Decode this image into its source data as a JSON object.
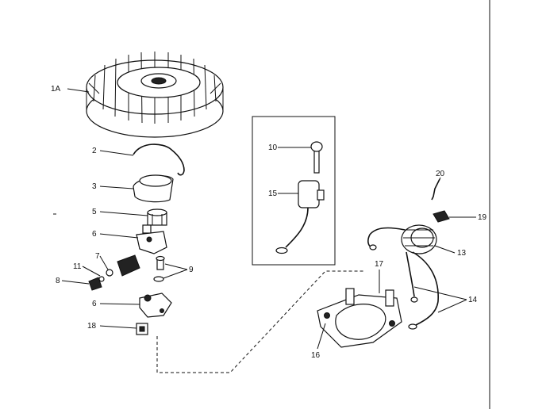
{
  "callouts": [
    {
      "id": "1a",
      "label": "1A"
    },
    {
      "id": "2",
      "label": "2"
    },
    {
      "id": "3",
      "label": "3"
    },
    {
      "id": "5",
      "label": "5"
    },
    {
      "id": "6a",
      "label": "6"
    },
    {
      "id": "7",
      "label": "7"
    },
    {
      "id": "11",
      "label": "11"
    },
    {
      "id": "9",
      "label": "9"
    },
    {
      "id": "8",
      "label": "8"
    },
    {
      "id": "6b",
      "label": "6"
    },
    {
      "id": "18",
      "label": "18"
    },
    {
      "id": "10",
      "label": "10"
    },
    {
      "id": "15",
      "label": "15"
    },
    {
      "id": "20",
      "label": "20"
    },
    {
      "id": "19",
      "label": "19"
    },
    {
      "id": "13",
      "label": "13"
    },
    {
      "id": "17",
      "label": "17"
    },
    {
      "id": "14",
      "label": "14"
    },
    {
      "id": "16",
      "label": "16"
    }
  ]
}
